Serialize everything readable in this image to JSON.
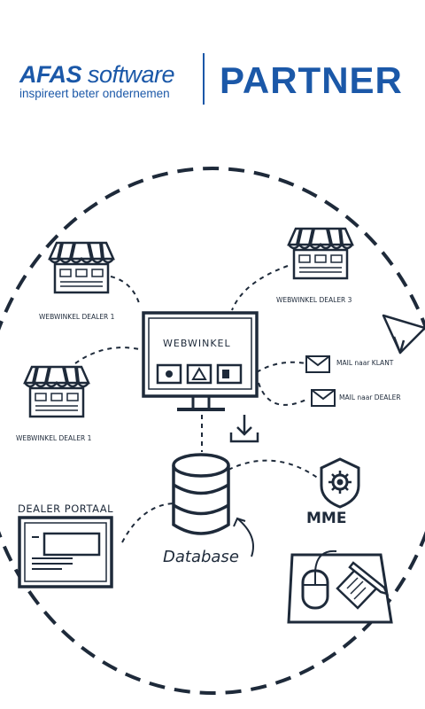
{
  "brand": {
    "name_bold": "AFAS",
    "name_light": " software",
    "tagline": "inspireert beter ondernemen",
    "badge": "PARTNER",
    "color": "#1b58a8"
  },
  "diagram": {
    "ink_color": "#1e2a3a",
    "center": {
      "title": "WEBWINKEL"
    },
    "shops": [
      {
        "label": "WEBWINKEL DEALER 1"
      },
      {
        "label": "WEBWINKEL DEALER 3"
      },
      {
        "label": "WEBWINKEL DEALER 1"
      }
    ],
    "mails": [
      {
        "label": "MAIL naar KLANT"
      },
      {
        "label": "MAIL naar DEALER"
      }
    ],
    "database": {
      "label": "Database"
    },
    "portal": {
      "label": "DEALER PORTAAL"
    },
    "mme": {
      "label": "MME"
    },
    "icons": [
      "storefront-icon",
      "monitor-icon",
      "envelope-icon",
      "paper-plane-icon",
      "database-icon",
      "download-icon",
      "shield-gear-icon",
      "mouse-icon",
      "notepad-pen-icon"
    ]
  }
}
